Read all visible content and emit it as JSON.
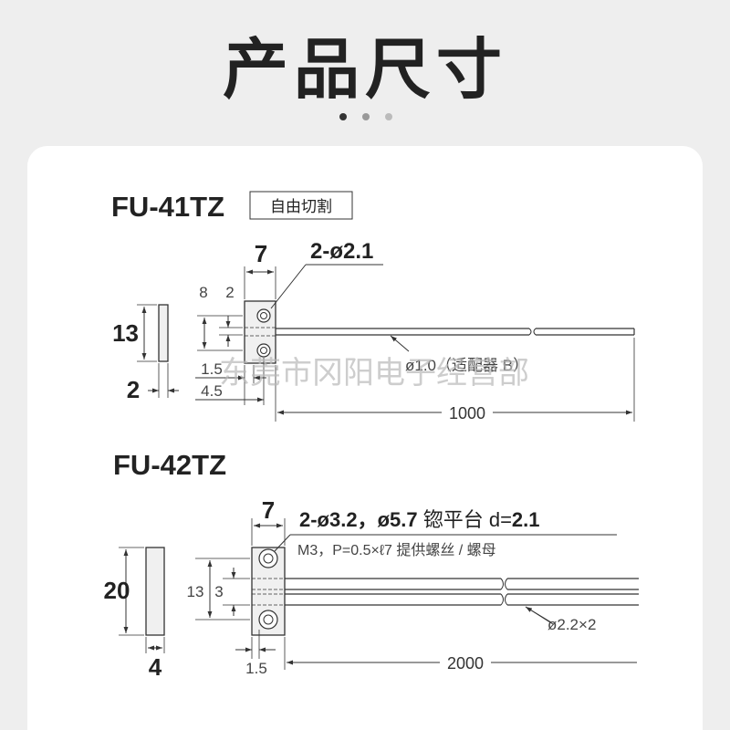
{
  "page": {
    "title": "产品尺寸",
    "watermark": "东莞市冈阳电子经营部",
    "dot_colors": [
      "#333333",
      "#999999",
      "#bbbbbb"
    ]
  },
  "fu41": {
    "model": "FU-41TZ",
    "badge": "自由切割",
    "dim_width": "7",
    "hole_note": "2-ø2.1",
    "dim_8": "8",
    "dim_2_top": "2",
    "dim_13": "13",
    "dim_1_5": "1.5",
    "dim_4_5": "4.5",
    "dim_2_thick": "2",
    "fiber_note": "ø1.0（适配器 B）",
    "length": "1000"
  },
  "fu42": {
    "model": "FU-42TZ",
    "dim_width": "7",
    "hole_note_a": "2-ø3.2，ø5.7",
    "hole_note_b": " 锪平台 d=",
    "hole_note_c": "2.1",
    "thread_note": "M3，P=0.5×ℓ7 提供螺丝 / 螺母",
    "dim_20": "20",
    "dim_13": "13",
    "dim_3": "3",
    "dim_4": "4",
    "dim_1_5": "1.5",
    "fiber_note": "ø2.2×2",
    "length": "2000"
  }
}
